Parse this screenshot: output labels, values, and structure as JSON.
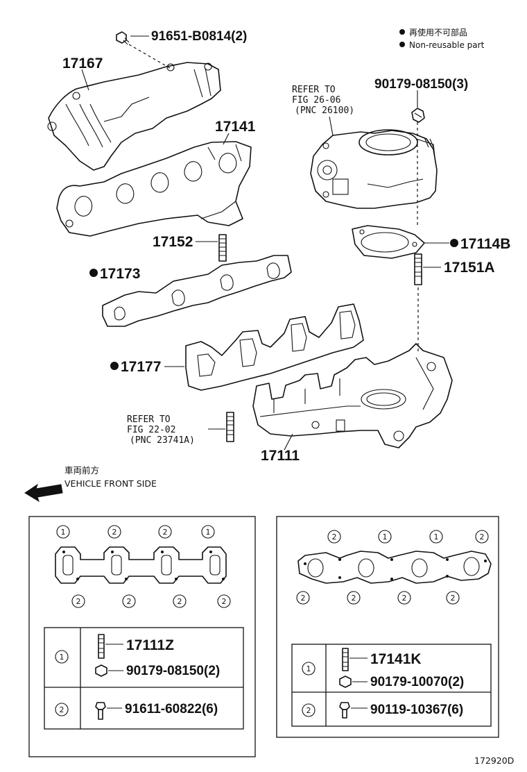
{
  "legend": {
    "reusable_jp": "再使用不可部品",
    "reusable_en": "Non-reusable part"
  },
  "parts": {
    "p17167": "17167",
    "p91651": "91651-B0814(2)",
    "p17141": "17141",
    "p17152": "17152",
    "p17173": "17173",
    "p17177": "17177",
    "p17111": "17111",
    "p90179_top": "90179-08150(3)",
    "p17114b": "17114B",
    "p17151a": "17151A"
  },
  "refs": {
    "ref1_line1": "REFER TO",
    "ref1_line2": "FIG 26-06",
    "ref1_line3": "(PNC 26100)",
    "ref2_line1": "REFER TO",
    "ref2_line2": "FIG 22-02",
    "ref2_line3": "(PNC 23741A)"
  },
  "front": {
    "jp": "車両前方",
    "en": "VEHICLE FRONT SIDE"
  },
  "left_panel": {
    "top_marks": [
      "1",
      "2",
      "2",
      "1"
    ],
    "bottom_marks": [
      "2",
      "2",
      "2",
      "2"
    ],
    "rows": [
      {
        "num": "1",
        "part_a": "17111Z",
        "part_b": "90179-08150(2)"
      },
      {
        "num": "2",
        "part_a": "91611-60822(6)"
      }
    ]
  },
  "right_panel": {
    "top_marks": [
      "2",
      "1",
      "1",
      "2"
    ],
    "bottom_marks": [
      "2",
      "2",
      "2",
      "2"
    ],
    "rows": [
      {
        "num": "1",
        "part_a": "17141K",
        "part_b": "90179-10070(2)"
      },
      {
        "num": "2",
        "part_a": "90119-10367(6)"
      }
    ]
  },
  "footer": {
    "code": "172920D"
  }
}
